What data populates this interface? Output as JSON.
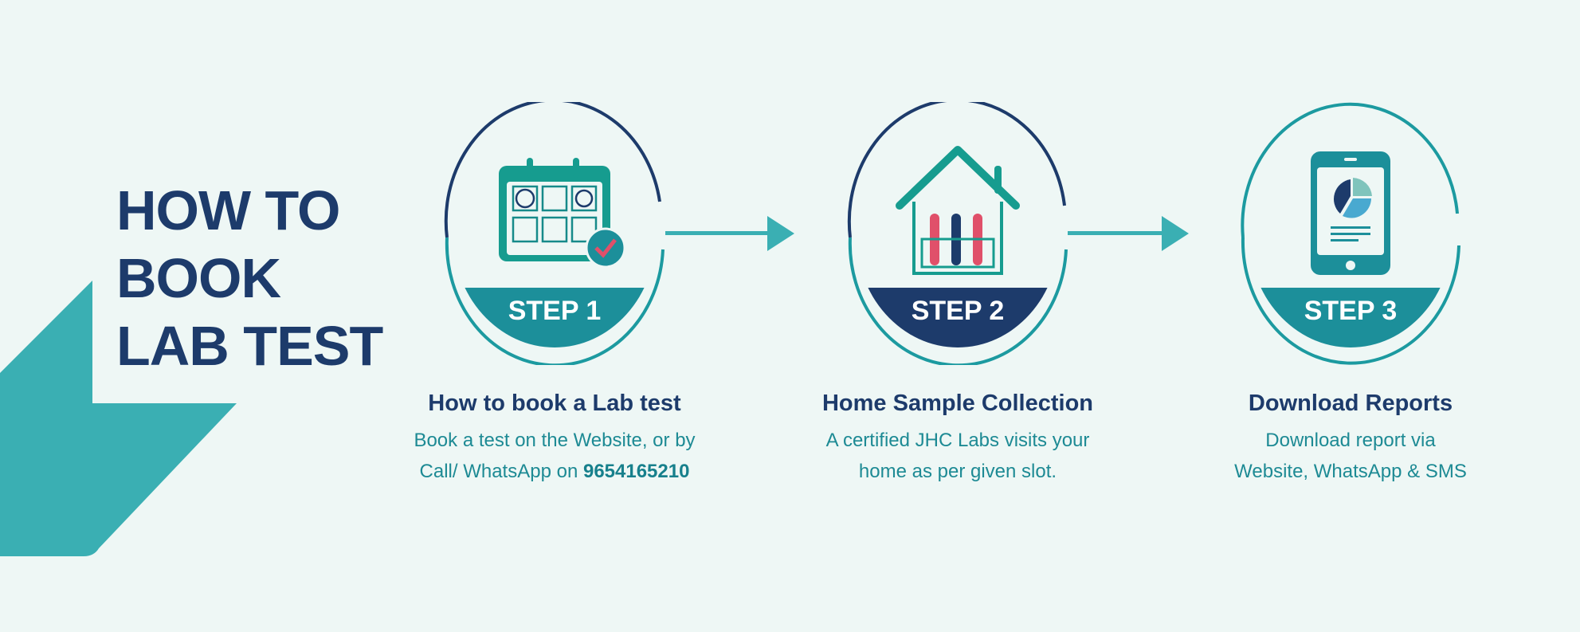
{
  "title": {
    "line1": "HOW TO",
    "line2": "BOOK",
    "line3": "LAB TEST"
  },
  "colors": {
    "navy": "#1d3b6b",
    "teal": "#1c9aa0",
    "light_teal": "#3aafb3",
    "pink": "#e0506a",
    "background": "#eef7f5"
  },
  "steps": [
    {
      "badge": "STEP 1",
      "icon": "calendar-check-icon",
      "heading": "How to book a Lab test",
      "line1": "Book a test on the Website, or by",
      "line2_prefix": "Call/ WhatsApp on ",
      "phone": "9654165210"
    },
    {
      "badge": "STEP 2",
      "icon": "house-test-tubes-icon",
      "heading": "Home Sample Collection",
      "line1": "A certified JHC Labs visits your",
      "line2": "home as per given slot."
    },
    {
      "badge": "STEP 3",
      "icon": "phone-report-icon",
      "heading": "Download Reports",
      "line1": "Download report via",
      "line2": "Website, WhatsApp & SMS"
    }
  ]
}
